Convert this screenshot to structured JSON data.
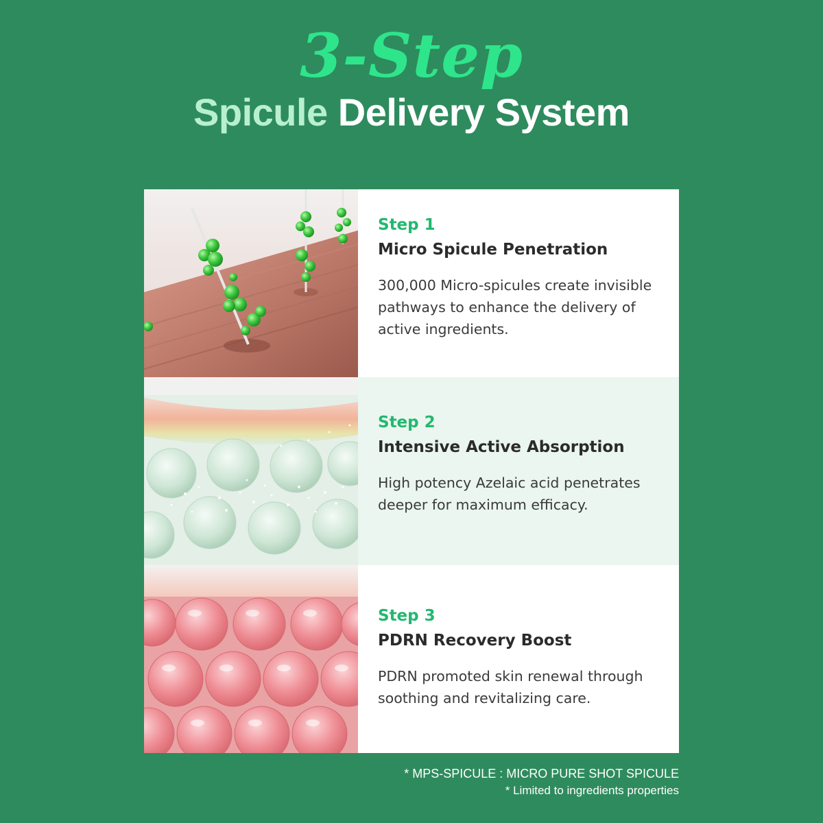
{
  "header": {
    "title": "3-Step",
    "subtitle_highlight": "Spicule",
    "subtitle_rest": " Delivery System"
  },
  "steps": [
    {
      "label": "Step 1",
      "title": "Micro Spicule Penetration",
      "description": "300,000 Micro-spicules create invisible pathways to enhance the delivery of active ingredients."
    },
    {
      "label": "Step 2",
      "title": "Intensive Active Absorption",
      "description": "High potency Azelaic acid penetrates deeper for maximum efficacy."
    },
    {
      "label": "Step 3",
      "title": "PDRN Recovery Boost",
      "description": "PDRN promoted skin renewal through soothing and revitalizing care."
    }
  ],
  "footnotes": [
    "* MPS-SPICULE : MICRO PURE SHOT SPICULE",
    "* Limited to ingredients properties"
  ],
  "colors": {
    "background": "#2e8b5d",
    "title_accent": "#2ee58c",
    "step_label": "#22b86f",
    "highlight": "#b8f0cf"
  }
}
